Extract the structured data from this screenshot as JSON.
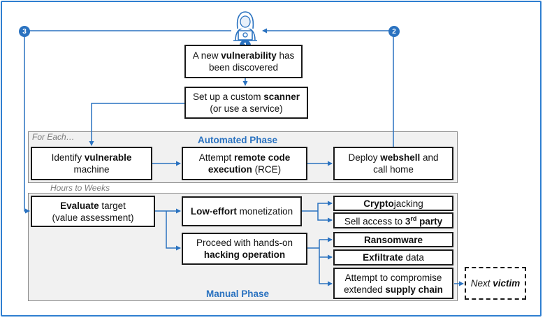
{
  "top": {
    "vulnerability_box": {
      "pre": "A new ",
      "bold": "vulnerability",
      "post": " has",
      "line2": "been discovered"
    },
    "scanner_box": {
      "pre": "Set up a custom ",
      "bold": "scanner",
      "line2": "(or use a service)"
    }
  },
  "automated": {
    "panel_label": "For Each…",
    "title": "Automated Phase",
    "identify": {
      "pre": "Identify ",
      "bold": "vulnerable",
      "line2": "machine"
    },
    "rce": {
      "pre": "Attempt ",
      "bold": "remote code",
      "bold2": "execution",
      "post2": " (RCE)"
    },
    "webshell": {
      "pre": "Deploy ",
      "bold": "webshell",
      "post": " and",
      "line2": "call home"
    }
  },
  "manual": {
    "panel_label": "Hours to Weeks",
    "title": "Manual Phase",
    "evaluate": {
      "bold": "Evaluate",
      "post": " target",
      "line2": "(value assessment)"
    },
    "low_effort": {
      "bold": "Low-effort",
      "post": " monetization"
    },
    "hands_on": {
      "line1": "Proceed with hands-on",
      "bold2": "hacking operation"
    },
    "cryptojacking": {
      "bold": "Crypto",
      "post": "jacking"
    },
    "sell_access": {
      "pre": "Sell access to ",
      "bold": "3",
      "sup": "rd",
      "bold_post": " party"
    },
    "ransomware": {
      "bold": "Ransomware"
    },
    "exfiltrate": {
      "bold": "Exfiltrate",
      "post": " data"
    },
    "supply_chain": {
      "line1": "Attempt to compromise",
      "pre2": "extended ",
      "bold2": "supply chain"
    }
  },
  "next_victim": {
    "pre": "Next ",
    "bold": "victim"
  },
  "badges": {
    "b1": "1",
    "b2": "2",
    "b3": "3"
  },
  "colors": {
    "accent": "#2a72c0",
    "border": "#1a1a1a",
    "panel": "#f1f1f1"
  },
  "icons": {
    "hacker": "hacker-icon"
  }
}
